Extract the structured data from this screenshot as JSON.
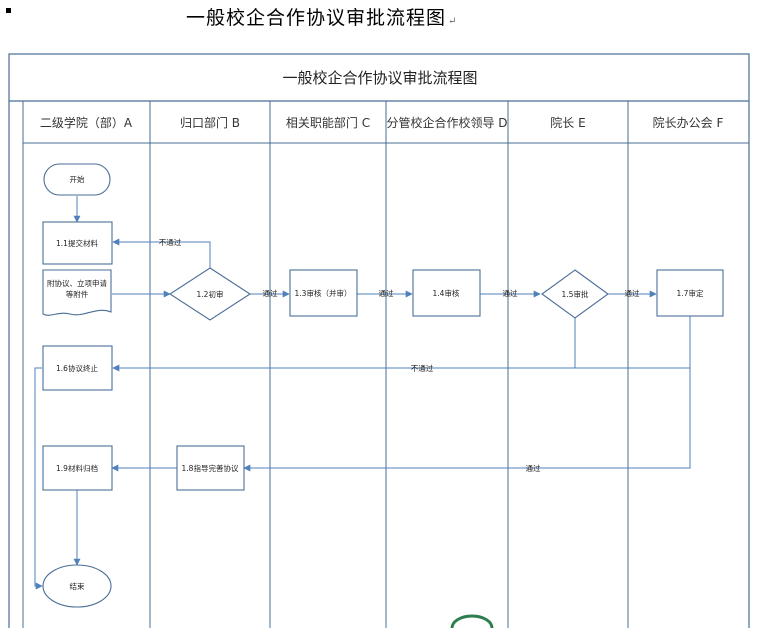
{
  "document": {
    "title": "一般校企合作协议审批流程图",
    "paragraph_mark": "↵"
  },
  "diagram": {
    "title": "一般校企合作协议审批流程图",
    "lanes": [
      "二级学院（部）A",
      "归口部门 B",
      "相关职能部门 C",
      "分管校企合作校领导 D",
      "院长 E",
      "院长办公会 F"
    ],
    "nodes": {
      "start": "开始",
      "n11": "1.1提交材料",
      "doc": [
        "附协议、立项申请",
        "等附件"
      ],
      "n12": "1.2初审",
      "n13": "1.3审核（并审）",
      "n14": "1.4审核",
      "n15": "1.5审批",
      "n16": "1.6协议终止",
      "n17": "1.7审定",
      "n18": "1.8指导完善协议",
      "n19": "1.9材料归档",
      "end": "结束"
    },
    "edges": {
      "fail_initial": "不通过",
      "pass_1": "通过",
      "pass_2": "通过",
      "pass_3": "通过",
      "pass_4": "通过",
      "fail_final": "不通过",
      "pass_final": "通过"
    },
    "colors": {
      "line": "#4f81bd",
      "border": "#4a6e96",
      "node_fill": "#ffffff"
    }
  }
}
